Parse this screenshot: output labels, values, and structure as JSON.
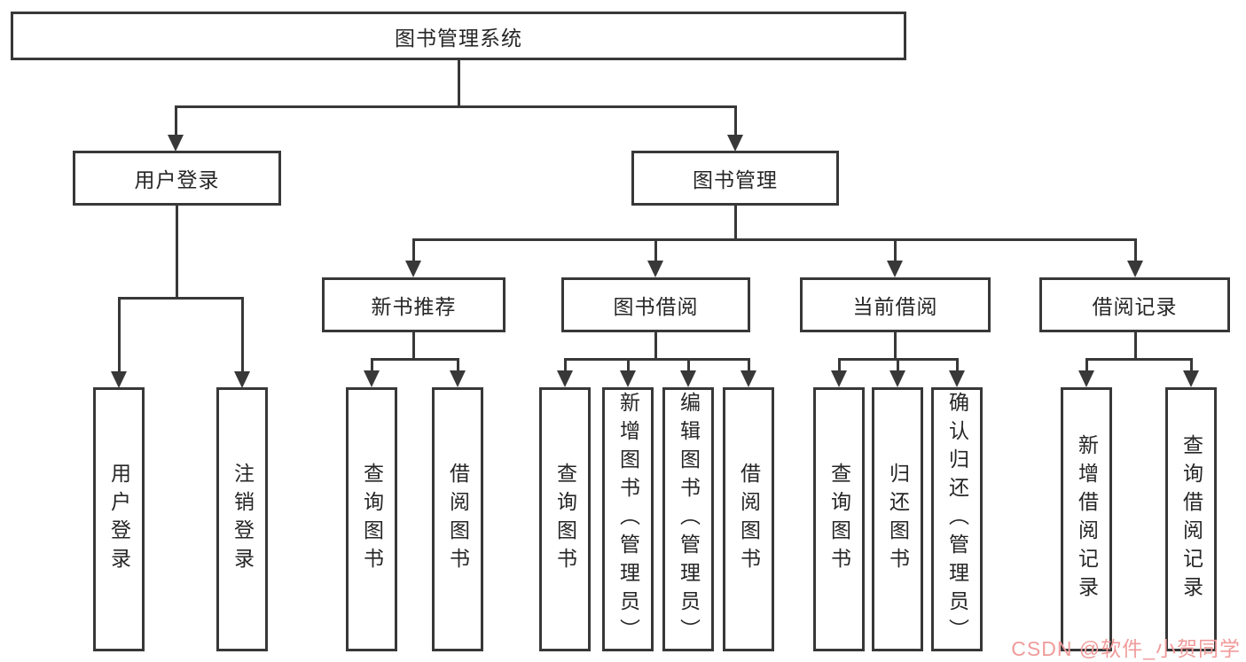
{
  "diagram_type": "hierarchy-tree",
  "colors": {
    "line": "#383838",
    "text": "#262626",
    "watermark": "#f09b9b",
    "background": "#ffffff"
  },
  "watermark": "CSDN @软件_小贺同学",
  "tree": {
    "label": "图书管理系统",
    "children": [
      {
        "label": "用户登录",
        "children": [
          {
            "label": "用户登录"
          },
          {
            "label": "注销登录"
          }
        ]
      },
      {
        "label": "图书管理",
        "children": [
          {
            "label": "新书推荐",
            "children": [
              {
                "label": "查询图书"
              },
              {
                "label": "借阅图书"
              }
            ]
          },
          {
            "label": "图书借阅",
            "children": [
              {
                "label": "查询图书"
              },
              {
                "label": "新增图书（管理员）"
              },
              {
                "label": "编辑图书（管理员）"
              },
              {
                "label": "借阅图书"
              }
            ]
          },
          {
            "label": "当前借阅",
            "children": [
              {
                "label": "查询图书"
              },
              {
                "label": "归还图书"
              },
              {
                "label": "确认归还（管理员）"
              }
            ]
          },
          {
            "label": "借阅记录",
            "children": [
              {
                "label": "新增借阅记录"
              },
              {
                "label": "查询借阅记录"
              }
            ]
          }
        ]
      }
    ]
  }
}
